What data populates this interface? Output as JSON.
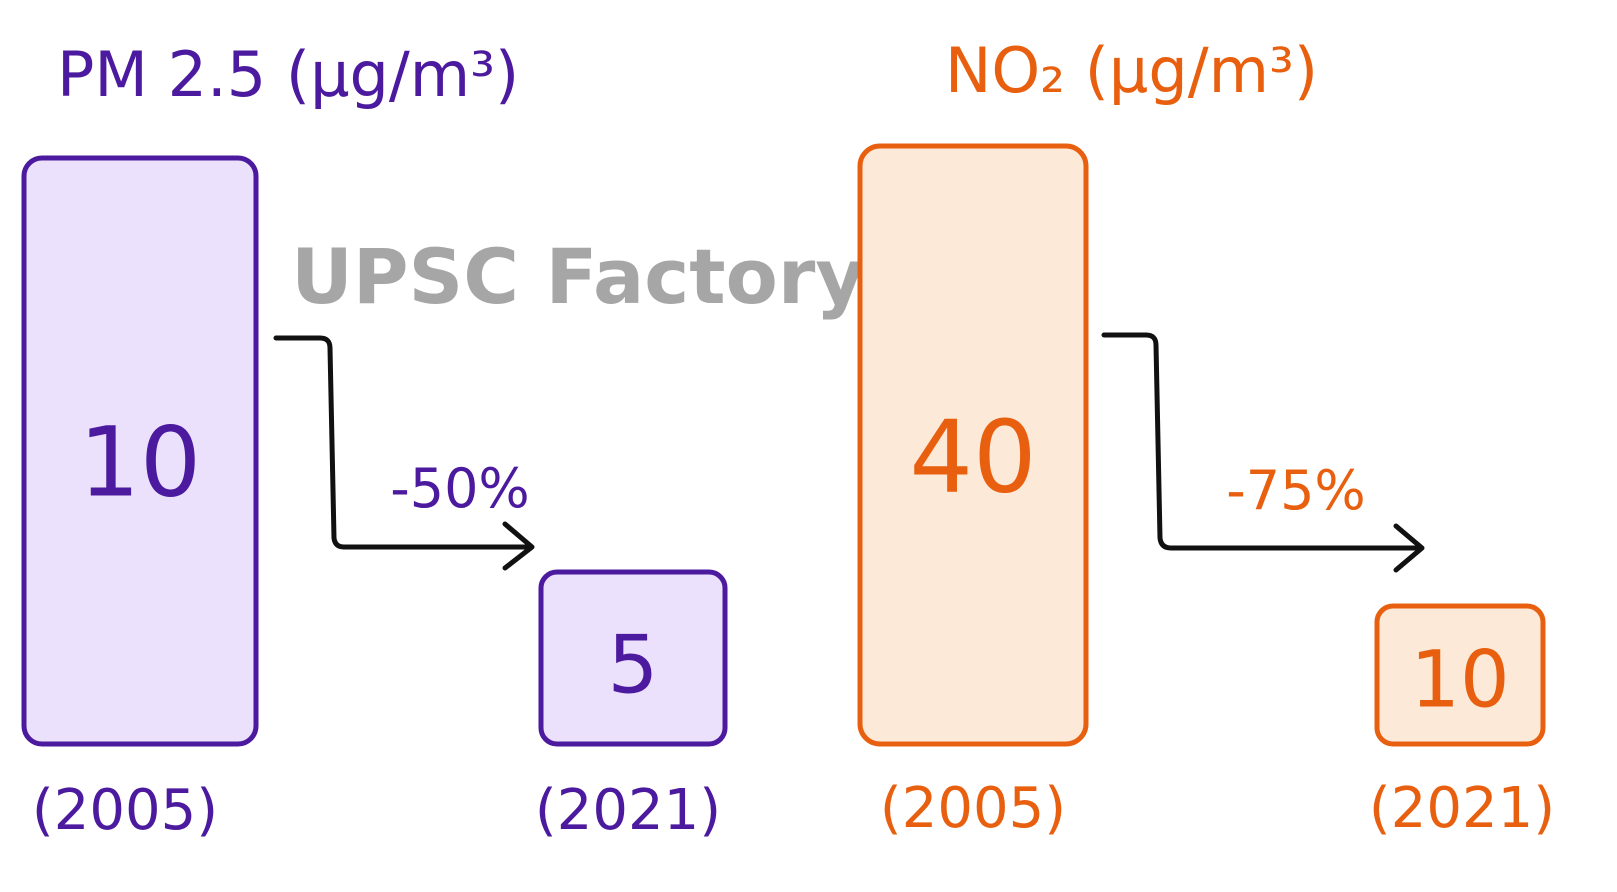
{
  "watermark": "UPSC Factory",
  "colors": {
    "pm_stroke": "#4b1a9e",
    "pm_fill": "#ece1fc",
    "no2_stroke": "#e8600f",
    "no2_fill": "#fde9d7",
    "arrow": "#111111",
    "watermark": "#a6a6a6"
  },
  "chart_data": [
    {
      "type": "bar",
      "title": "PM 2.5 (µg/m³)",
      "categories": [
        "(2005)",
        "(2021)"
      ],
      "values": [
        10,
        5
      ],
      "change_label": "-50%",
      "ylim": [
        0,
        10
      ],
      "grid": false
    },
    {
      "type": "bar",
      "title": "NO₂ (µg/m³)",
      "categories": [
        "(2005)",
        "(2021)"
      ],
      "values": [
        40,
        10
      ],
      "change_label": "-75%",
      "ylim": [
        0,
        40
      ],
      "grid": false
    }
  ]
}
